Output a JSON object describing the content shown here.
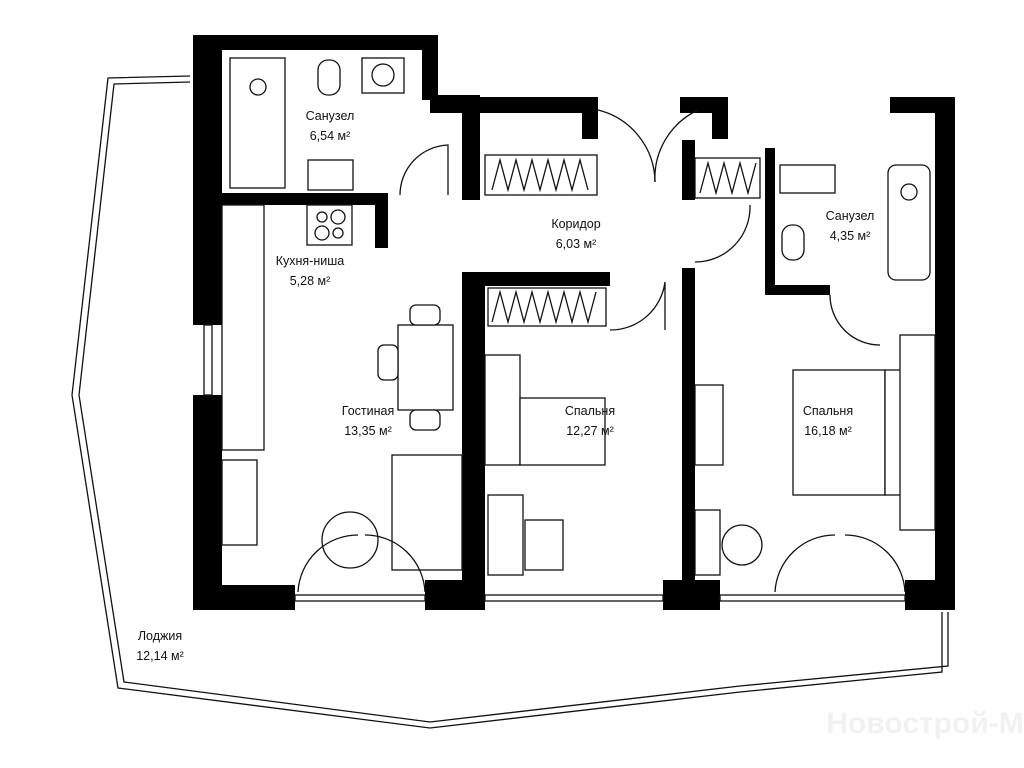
{
  "rooms": [
    {
      "name": "Санузел",
      "area": "6,54 м²"
    },
    {
      "name": "Коридор",
      "area": "6,03 м²"
    },
    {
      "name": "Кухня-ниша",
      "area": "5,28 м²"
    },
    {
      "name": "Гостиная",
      "area": "13,35 м²"
    },
    {
      "name": "Спальня",
      "area": "12,27 м²"
    },
    {
      "name": "Санузел",
      "area": "4,35 м²"
    },
    {
      "name": "Спальня",
      "area": "16,18 м²"
    },
    {
      "name": "Лоджия",
      "area": "12,14 м²"
    }
  ],
  "watermark": "Новострой-М",
  "colors": {
    "wall": "#000000",
    "background": "#ffffff"
  }
}
